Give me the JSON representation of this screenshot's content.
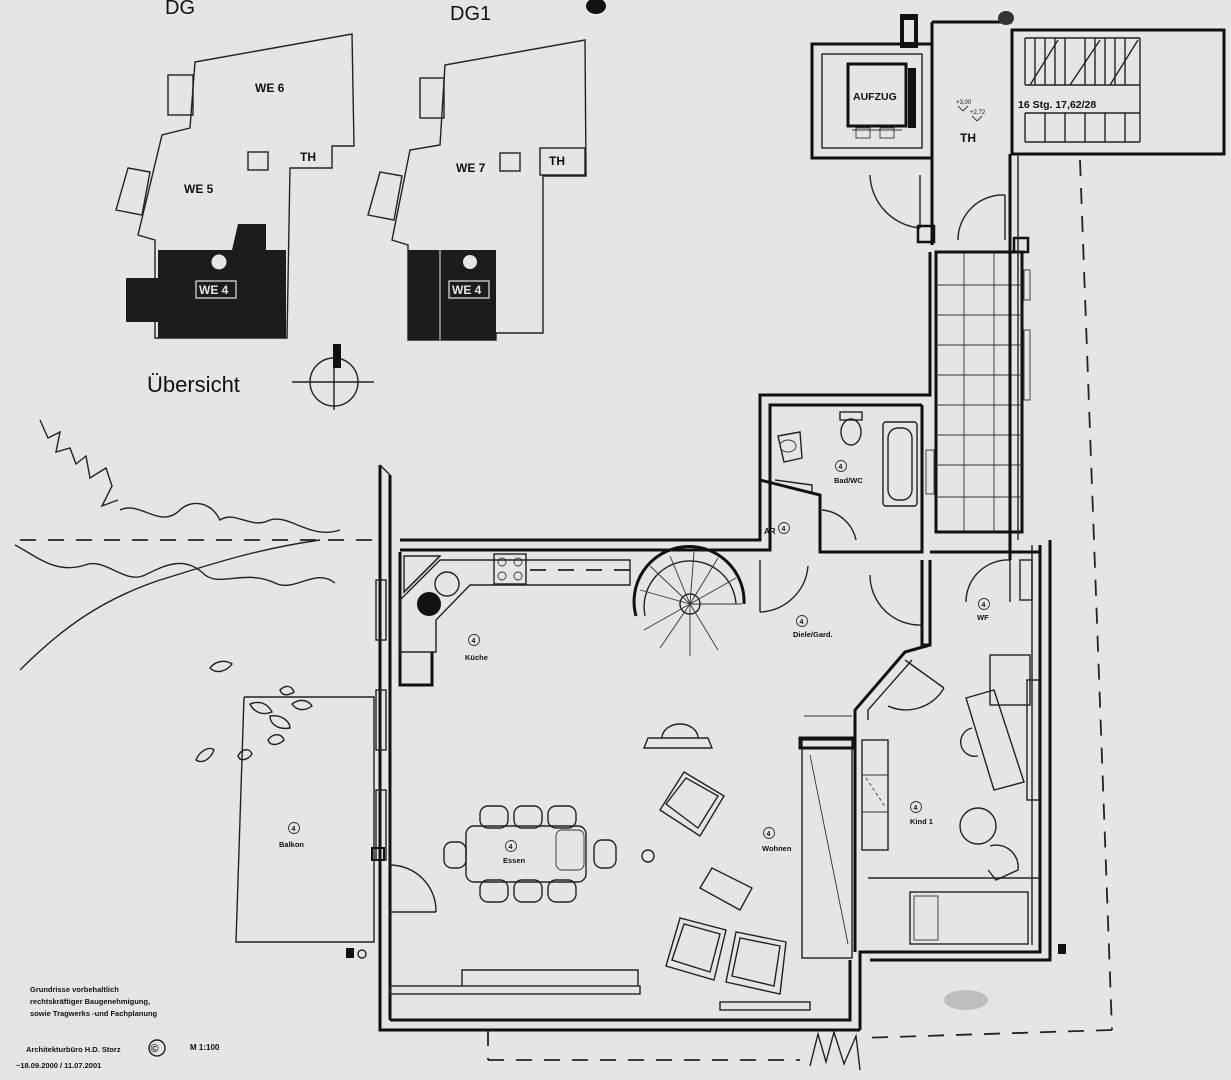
{
  "overview": {
    "dg_label": "DG",
    "dg1_label": "DG1",
    "dg_units": {
      "we6": "WE 6",
      "we5": "WE 5",
      "we4": "WE 4",
      "th": "TH"
    },
    "dg1_units": {
      "we7": "WE 7",
      "we4": "WE 4",
      "th": "TH"
    },
    "title": "Übersicht"
  },
  "core": {
    "elevator": "AUFZUG",
    "stair": "16 Stg. 17,62/28",
    "th": "TH",
    "level_top": "+3,00",
    "level_bottom": "+2,72"
  },
  "rooms": [
    {
      "num": "4",
      "name": "Bad/WC"
    },
    {
      "num": "4",
      "name": "AR"
    },
    {
      "num": "4",
      "name": "Küche"
    },
    {
      "num": "4",
      "name": "Diele/Gard."
    },
    {
      "num": "4",
      "name": "WF"
    },
    {
      "num": "4",
      "name": "Kind 1"
    },
    {
      "num": "4",
      "name": "Wohnen"
    },
    {
      "num": "4",
      "name": "Essen"
    },
    {
      "num": "4",
      "name": "Balkon"
    }
  ],
  "footer": {
    "line1": "Grundrisse vorbehaltlich",
    "line2": "rechtskräftiger Baugenehmigung,",
    "line3": "sowie Tragwerks -und Fachplanung",
    "office": "Architekturbüro H.D. Storz",
    "copyright": "©",
    "scale": "M 1:100",
    "dates": "~18.09.2000 / 11.07.2001"
  },
  "colors": {
    "paper": "#e4e6e5",
    "ink": "#111111"
  }
}
